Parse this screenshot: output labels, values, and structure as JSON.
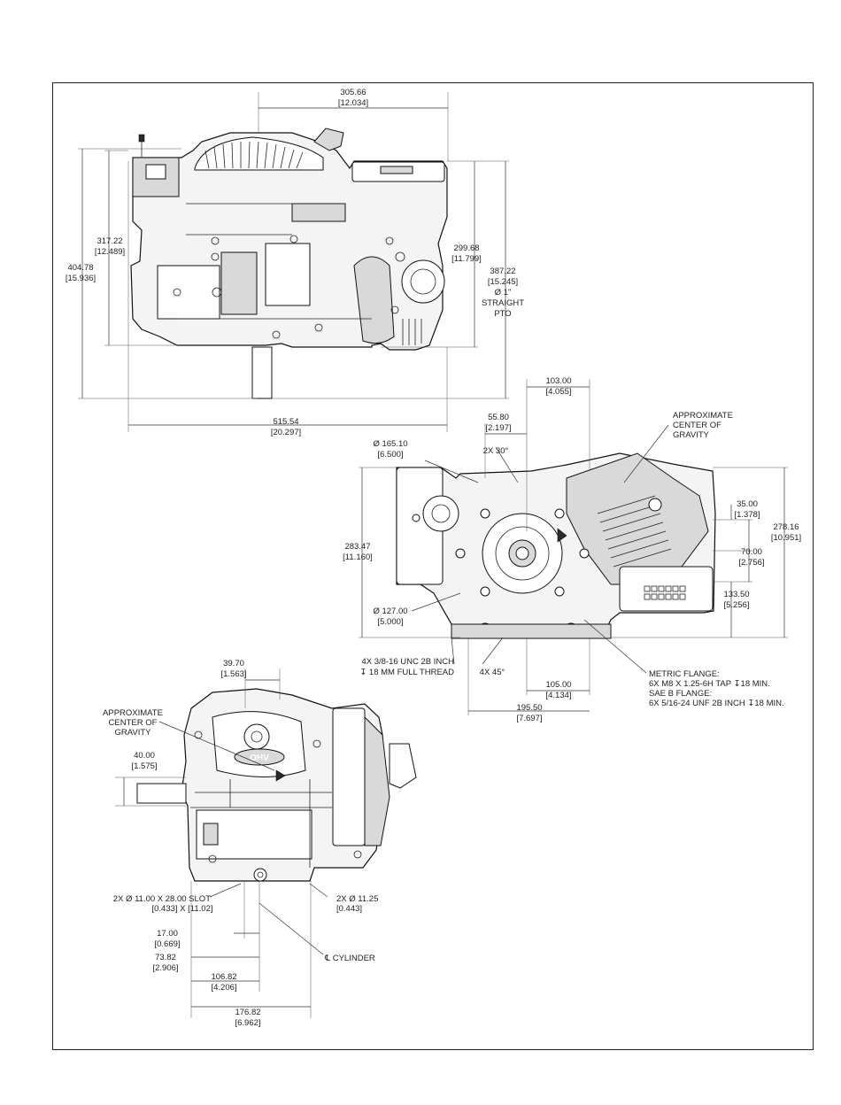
{
  "side_view": {
    "top_width": {
      "mm": "305.66",
      "in": "[12.034]"
    },
    "left_height_inner": {
      "mm": "317.22",
      "in": "[12.489]"
    },
    "left_height_outer": {
      "mm": "404.78",
      "in": "[15.936]"
    },
    "right_height_inner": {
      "mm": "299.68",
      "in": "[11.799]"
    },
    "right_height_outer": {
      "mm": "387.22",
      "in": "[15.245]"
    },
    "shaft_note": [
      "Ø 1\"",
      "STRAIGHT",
      "PTO"
    ],
    "bottom_width": {
      "mm": "515.54",
      "in": "[20.297]"
    }
  },
  "front_view": {
    "top_dim_a": {
      "mm": "103.00",
      "in": "[4.055]"
    },
    "top_dim_b": {
      "mm": "55.80",
      "in": "[2.197]"
    },
    "angle_top": "2X 30°",
    "dia_top": {
      "mm": "Ø 165.10",
      "in": "[6.500]"
    },
    "left_height": {
      "mm": "283.47",
      "in": "[11.160]"
    },
    "dia_bottom": {
      "mm": "Ø 127.00",
      "in": "[5.000]"
    },
    "right_dim_a": {
      "mm": "35.00",
      "in": "[1.378]"
    },
    "right_dim_b": {
      "mm": "70.00",
      "in": "[2.756]"
    },
    "right_dim_c": {
      "mm": "133.50",
      "in": "[5.256]"
    },
    "right_height": {
      "mm": "278.16",
      "in": "[10.951]"
    },
    "cog_label": [
      "APPROXIMATE",
      "CENTER OF",
      "GRAVITY"
    ],
    "thread_note": [
      "4X 3/8-16 UNC 2B INCH",
      "↧ 18 MM FULL THREAD"
    ],
    "angle_bottom": "4X 45°",
    "bottom_dim_a": {
      "mm": "105.00",
      "in": "[4.134]"
    },
    "bottom_dim_b": {
      "mm": "195.50",
      "in": "[7.697]"
    },
    "flange_note": [
      "METRIC FLANGE:",
      "6X M8 X 1.25-6H TAP ↧18 MIN.",
      "SAE B FLANGE:",
      "6X 5/16-24 UNF 2B INCH ↧18 MIN."
    ]
  },
  "end_view": {
    "top_dim": {
      "mm": "39.70",
      "in": "[1.563]"
    },
    "cog_label": [
      "APPROXIMATE",
      "CENTER OF",
      "GRAVITY"
    ],
    "shaft_dim": {
      "mm": "40.00",
      "in": "[1.575]"
    },
    "slot_note": [
      "2X Ø 11.00 X 28.00 SLOT",
      "[0.433] X [11.02]"
    ],
    "hole_note": [
      "2X Ø 11.25",
      "[0.443]"
    ],
    "dim_a": {
      "mm": "17.00",
      "in": "[0.669]"
    },
    "dim_b": {
      "mm": "73.82",
      "in": "[2.906]"
    },
    "dim_c": {
      "mm": "106.82",
      "in": "[4.206]"
    },
    "dim_d": {
      "mm": "176.82",
      "in": "[6.962]"
    },
    "cylinder_label": "℄ CYLINDER",
    "logo_text": "OHV"
  }
}
